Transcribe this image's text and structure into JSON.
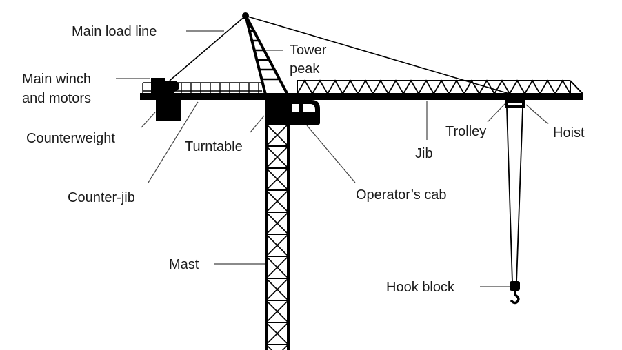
{
  "title": "Tower crane parts",
  "colors": {
    "structure": "#000000",
    "label": "#1a1a1a",
    "leader": "#444444",
    "background": "#ffffff"
  },
  "labels": {
    "main_load_line": "Main load line",
    "tower_peak_1": "Tower",
    "tower_peak_2": "peak",
    "main_winch_1": "Main winch",
    "main_winch_2": "and motors",
    "counterweight": "Counterweight",
    "turntable": "Turntable",
    "counter_jib": "Counter-jib",
    "jib": "Jib",
    "trolley": "Trolley",
    "hoist": "Hoist",
    "operators_cab": "Operator’s cab",
    "mast": "Mast",
    "hook_block": "Hook block"
  }
}
